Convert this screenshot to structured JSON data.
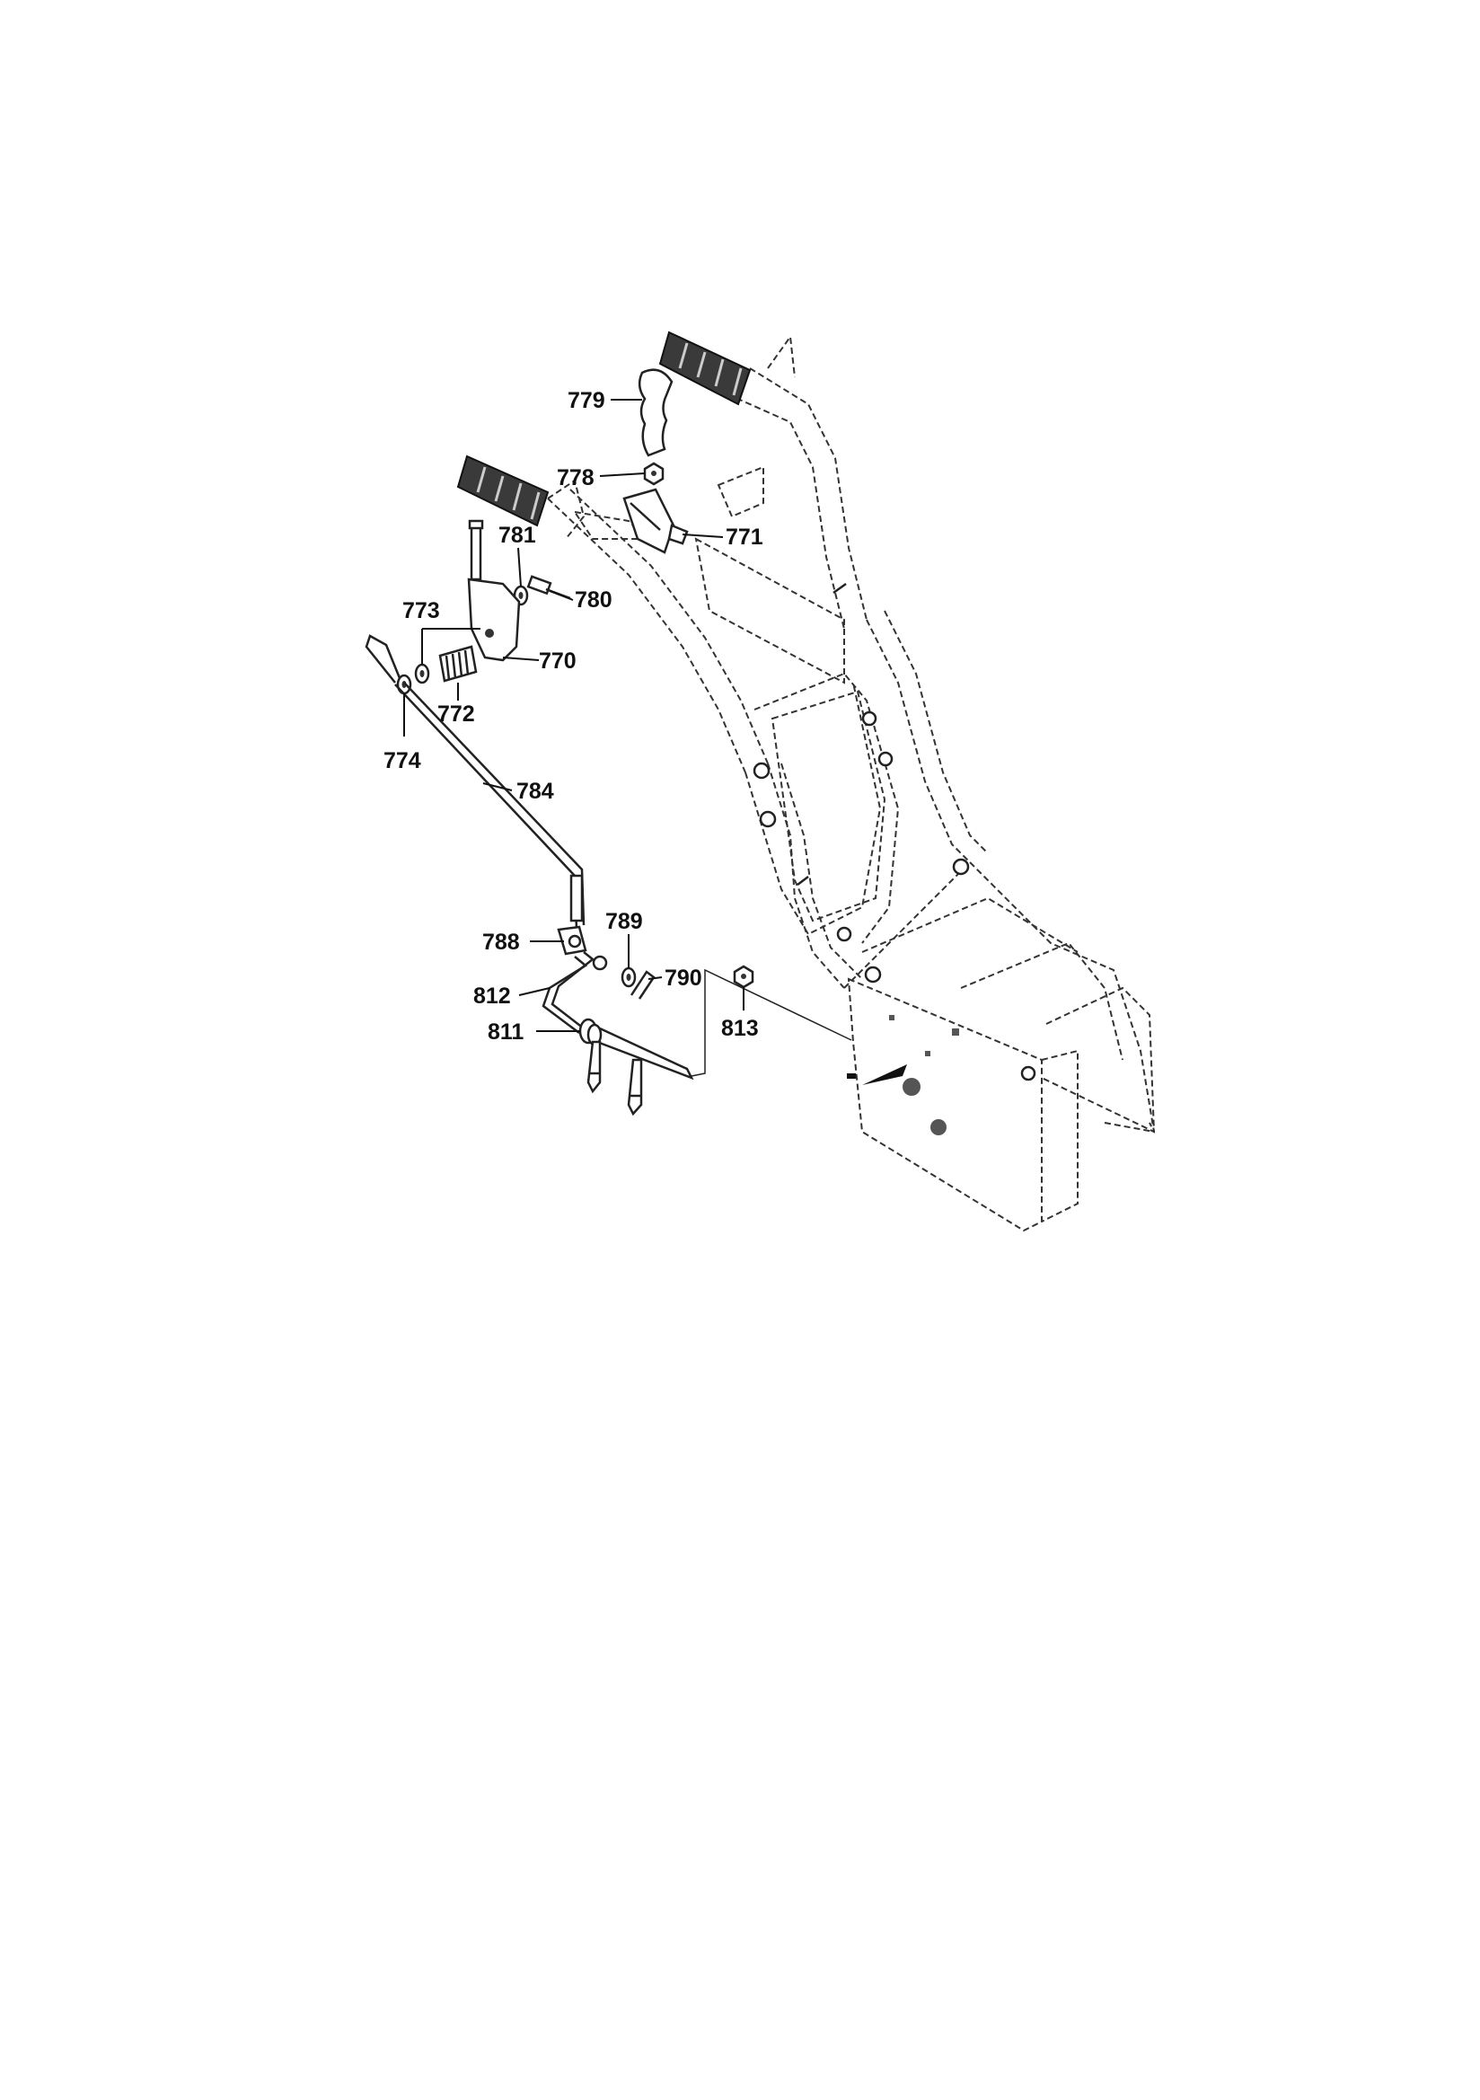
{
  "diagram": {
    "part_numbers": {
      "p770": "770",
      "p771": "771",
      "p772": "772",
      "p773": "773",
      "p774": "774",
      "p778": "778",
      "p779": "779",
      "p780": "780",
      "p781": "781",
      "p784": "784",
      "p788": "788",
      "p789": "789",
      "p790": "790",
      "p811": "811",
      "p812": "812",
      "p813": "813"
    }
  }
}
